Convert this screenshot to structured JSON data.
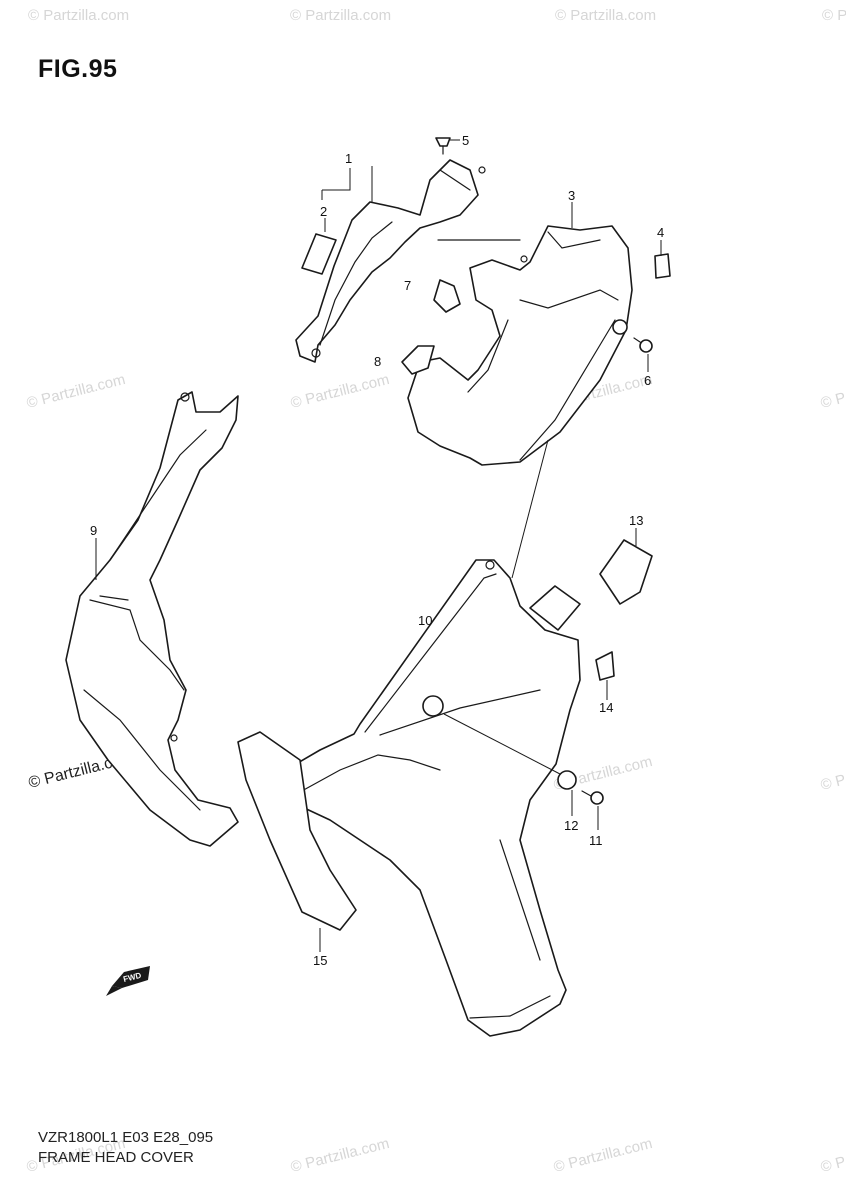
{
  "title": "FIG.95",
  "footer": {
    "model_code": "VZR1800L1 E03 E28_095",
    "section_name": "FRAME HEAD COVER"
  },
  "forward_label": "FWD",
  "watermark": "© Partzilla.com",
  "callouts": [
    {
      "id": "1",
      "label": "1"
    },
    {
      "id": "2",
      "label": "2"
    },
    {
      "id": "3",
      "label": "3"
    },
    {
      "id": "4",
      "label": "4"
    },
    {
      "id": "5",
      "label": "5"
    },
    {
      "id": "6",
      "label": "6"
    },
    {
      "id": "7",
      "label": "7"
    },
    {
      "id": "8",
      "label": "8"
    },
    {
      "id": "9",
      "label": "9"
    },
    {
      "id": "10",
      "label": "10"
    },
    {
      "id": "11",
      "label": "11"
    },
    {
      "id": "12",
      "label": "12"
    },
    {
      "id": "13",
      "label": "13"
    },
    {
      "id": "14",
      "label": "14"
    },
    {
      "id": "15",
      "label": "15"
    }
  ]
}
